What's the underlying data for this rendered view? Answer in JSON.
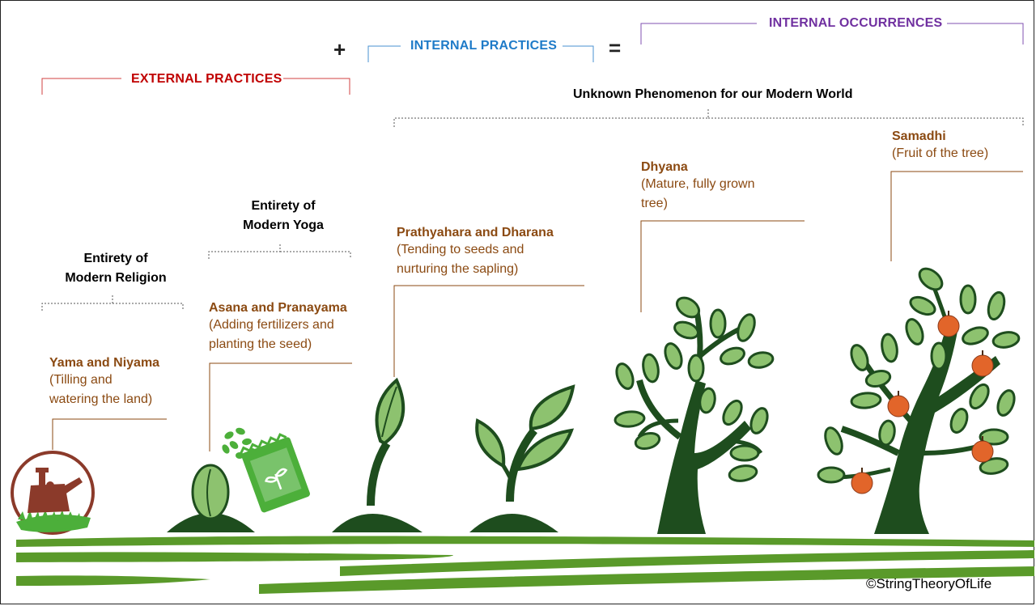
{
  "headers": {
    "external": "EXTERNAL PRACTICES",
    "internal": "INTERNAL PRACTICES",
    "occurrences": "INTERNAL OCCURRENCES",
    "plus": "+",
    "equals": "=",
    "unknown": "Unknown Phenomenon for our Modern World"
  },
  "groups": {
    "religion": [
      "Entirety of",
      "Modern Religion"
    ],
    "yoga": [
      "Entirety of",
      "Modern Yoga"
    ]
  },
  "stages": [
    {
      "title": "Yama and Niyama",
      "desc": [
        "(Tilling and",
        "watering the land)"
      ]
    },
    {
      "title": "Asana and Pranayama",
      "desc": [
        "(Adding fertilizers and",
        "planting the seed)"
      ]
    },
    {
      "title": "Prathyahara and Dharana",
      "desc": [
        "(Tending to seeds and",
        "nurturing the sapling)"
      ]
    },
    {
      "title": "Dhyana",
      "desc": [
        "(Mature, fully grown",
        "tree)"
      ]
    },
    {
      "title": "Samadhi",
      "desc": [
        "(Fruit of the tree)"
      ]
    }
  ],
  "colors": {
    "external": "#c00000",
    "internal": "#1f7bc8",
    "occurrences": "#7030a0",
    "stage_text": "#8b4a12",
    "dark_green": "#1e4d1e",
    "leaf_green": "#8dc26f",
    "grass_green": "#5a9a2a",
    "fruit": "#e2652a"
  },
  "copyright": "©StringTheoryOfLife"
}
